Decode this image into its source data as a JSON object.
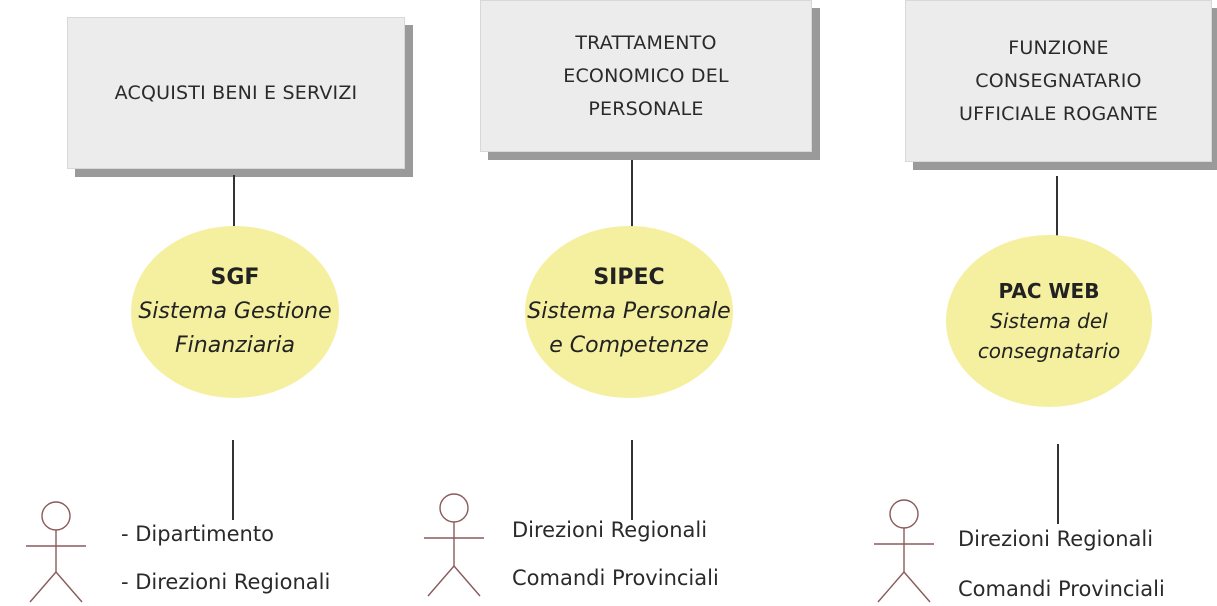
{
  "columns": [
    {
      "box_lines": [
        "ACQUISTI BENI E SERVIZI"
      ],
      "system_code": "SGF",
      "system_desc": [
        "Sistema Gestione",
        "Finanziaria"
      ],
      "users": [
        "- Dipartimento",
        "- Direzioni Regionali"
      ]
    },
    {
      "box_lines": [
        "TRATTAMENTO",
        "ECONOMICO DEL",
        "PERSONALE"
      ],
      "system_code": "SIPEC",
      "system_desc": [
        "Sistema Personale",
        "e Competenze"
      ],
      "users": [
        "Direzioni Regionali",
        "Comandi Provinciali"
      ]
    },
    {
      "box_lines": [
        "FUNZIONE",
        "CONSEGNATARIO",
        "UFFICIALE ROGANTE"
      ],
      "system_code": "PAC WEB",
      "system_desc": [
        "Sistema del",
        "consegnatario"
      ],
      "users": [
        "Direzioni Regionali",
        "Comandi Provinciali"
      ]
    }
  ],
  "colors": {
    "box_fill": "#ececec",
    "box_shadow": "#9a9a9a",
    "ellipse_fill": "#f5f0a0",
    "actor_stroke": "#8a5a5a"
  },
  "icons": [
    "person-actor-icon"
  ]
}
